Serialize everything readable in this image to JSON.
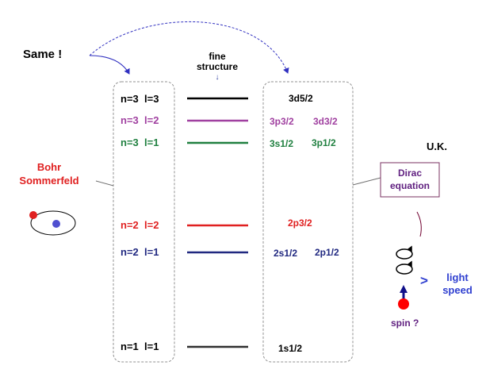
{
  "header": {
    "same": "Same !",
    "fine_line1": "fine",
    "fine_line2": "structure",
    "fine_arrow": "↓"
  },
  "bohr": {
    "line1": "Bohr",
    "line2": "Sommerfeld"
  },
  "dirac": {
    "line1": "Dirac",
    "line2": "equation"
  },
  "country": "U.K.",
  "light": {
    "symbol": ">",
    "line1": "light",
    "line2": "speed"
  },
  "spin_label": "spin ?",
  "levels": [
    {
      "n": "n=3",
      "l": "l=3",
      "color": "#000000",
      "states": [
        "3d5/2"
      ]
    },
    {
      "n": "n=3",
      "l": "l=2",
      "color": "#a040a0",
      "states": [
        "3p3/2",
        "3d3/2"
      ]
    },
    {
      "n": "n=3",
      "l": "l=1",
      "color": "#208040",
      "states": [
        "3s1/2",
        "3p1/2"
      ]
    },
    {
      "n": "n=2",
      "l": "l=2",
      "color": "#e02020",
      "states": [
        "2p3/2"
      ]
    },
    {
      "n": "n=2",
      "l": "l=1",
      "color": "#202880",
      "states": [
        "2s1/2",
        "2p1/2"
      ]
    },
    {
      "n": "n=1",
      "l": "l=1",
      "color": "#000000",
      "states": [
        "1s1/2"
      ]
    }
  ],
  "colors": {
    "bohr": "#e02020",
    "dirac": "#602080",
    "light": "#3040d0",
    "arrow": "#3030c0",
    "spin_ball": "#ff0000",
    "nucleus": "#5050d0"
  }
}
